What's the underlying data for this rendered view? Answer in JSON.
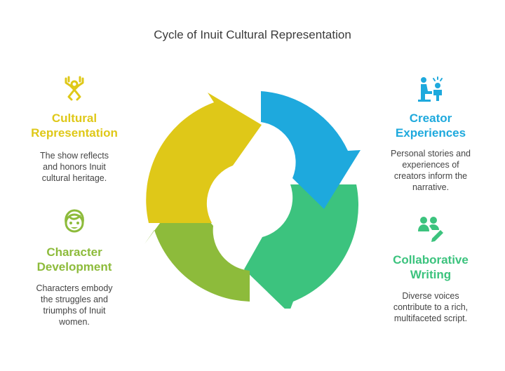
{
  "title": "Cycle of Inuit Cultural Representation",
  "colors": {
    "cultural": "#DFC818",
    "creator": "#1EA9DD",
    "collaborative": "#3CC37E",
    "character": "#8DBB3B",
    "title_text": "#3b3b3b",
    "desc_text": "#444444"
  },
  "stages": {
    "cultural": {
      "icon": "inuit-figure-icon",
      "title_line1": "Cultural",
      "title_line2": "Representation",
      "desc_line1": "The show reflects",
      "desc_line2": "and honors Inuit",
      "desc_line3": "cultural heritage."
    },
    "creator": {
      "icon": "storyteller-icon",
      "title_line1": "Creator",
      "title_line2": "Experiences",
      "desc_line1": "Personal stories and",
      "desc_line2": "experiences of",
      "desc_line3": "creators inform the",
      "desc_line4": "narrative."
    },
    "character": {
      "icon": "child-face-icon",
      "title_line1": "Character",
      "title_line2": "Development",
      "desc_line1": "Characters embody",
      "desc_line2": "the struggles and",
      "desc_line3": "triumphs of Inuit",
      "desc_line4": "women."
    },
    "collaborative": {
      "icon": "users-edit-icon",
      "title_line1": "Collaborative",
      "title_line2": "Writing",
      "desc_line1": "Diverse voices",
      "desc_line2": "contribute to a rich,",
      "desc_line3": "multifaceted script."
    }
  }
}
